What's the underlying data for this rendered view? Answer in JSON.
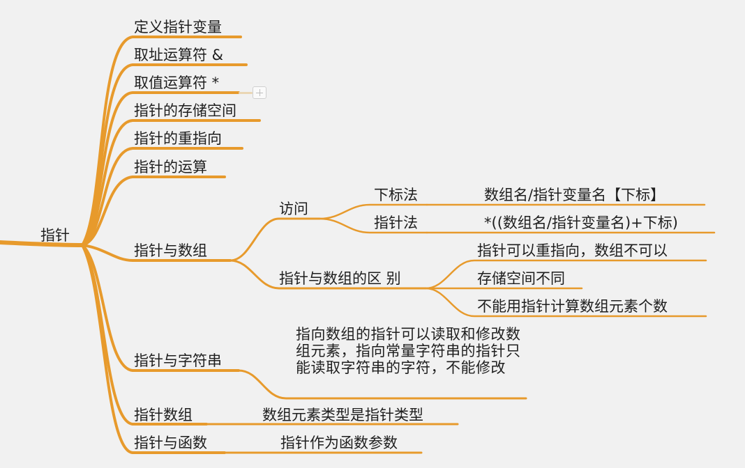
{
  "root": {
    "label": "指针"
  },
  "branches": {
    "b1": "定义指针变量",
    "b2": "取址运算符 &",
    "b3": "取值运算符 *",
    "b4": "指针的存储空间",
    "b5": "指针的重指向",
    "b6": "指针的运算",
    "b7": "指针与数组",
    "b8": "指针与字符串",
    "b9": "指针数组",
    "b10": "指针与函数"
  },
  "array": {
    "access": "访问",
    "access_sub": [
      "下标法",
      "指针法"
    ],
    "access_detail": [
      "数组名/指针变量名【下标】",
      "*((数组名/指针变量名)+下标)"
    ],
    "diff": "指针与数组的区 别",
    "diff_items": [
      "指针可以重指向，数组不可以",
      "存储空间不同",
      "不能用指针计算数组元素个数"
    ]
  },
  "string_note": "指向数组的指针可以读取和修改数组元素，指向常量字符串的指针只能读取字符串的字符，不能修改",
  "pointer_array_note": "数组元素类型是指针类型",
  "func_note": "指针作为函数参数",
  "colors": {
    "branch": "#e79a2c",
    "background": "#f1f1f1"
  }
}
